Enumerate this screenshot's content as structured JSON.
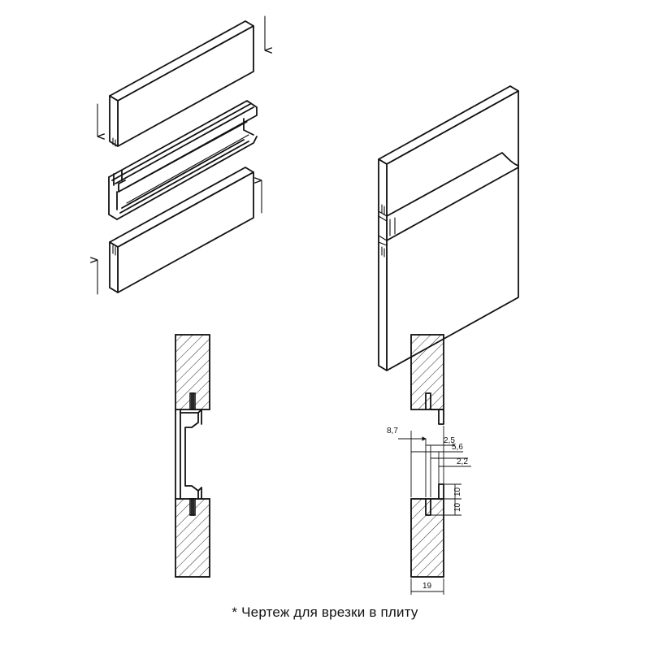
{
  "caption": "* Чертеж для врезки в плиту",
  "dimensions": {
    "d1": "8,7",
    "d2": "2,5",
    "d3": "5,6",
    "d4": "2,2",
    "d5": "10",
    "d6": "10",
    "d7": "19"
  },
  "colors": {
    "line": "#111111",
    "background": "#ffffff"
  }
}
